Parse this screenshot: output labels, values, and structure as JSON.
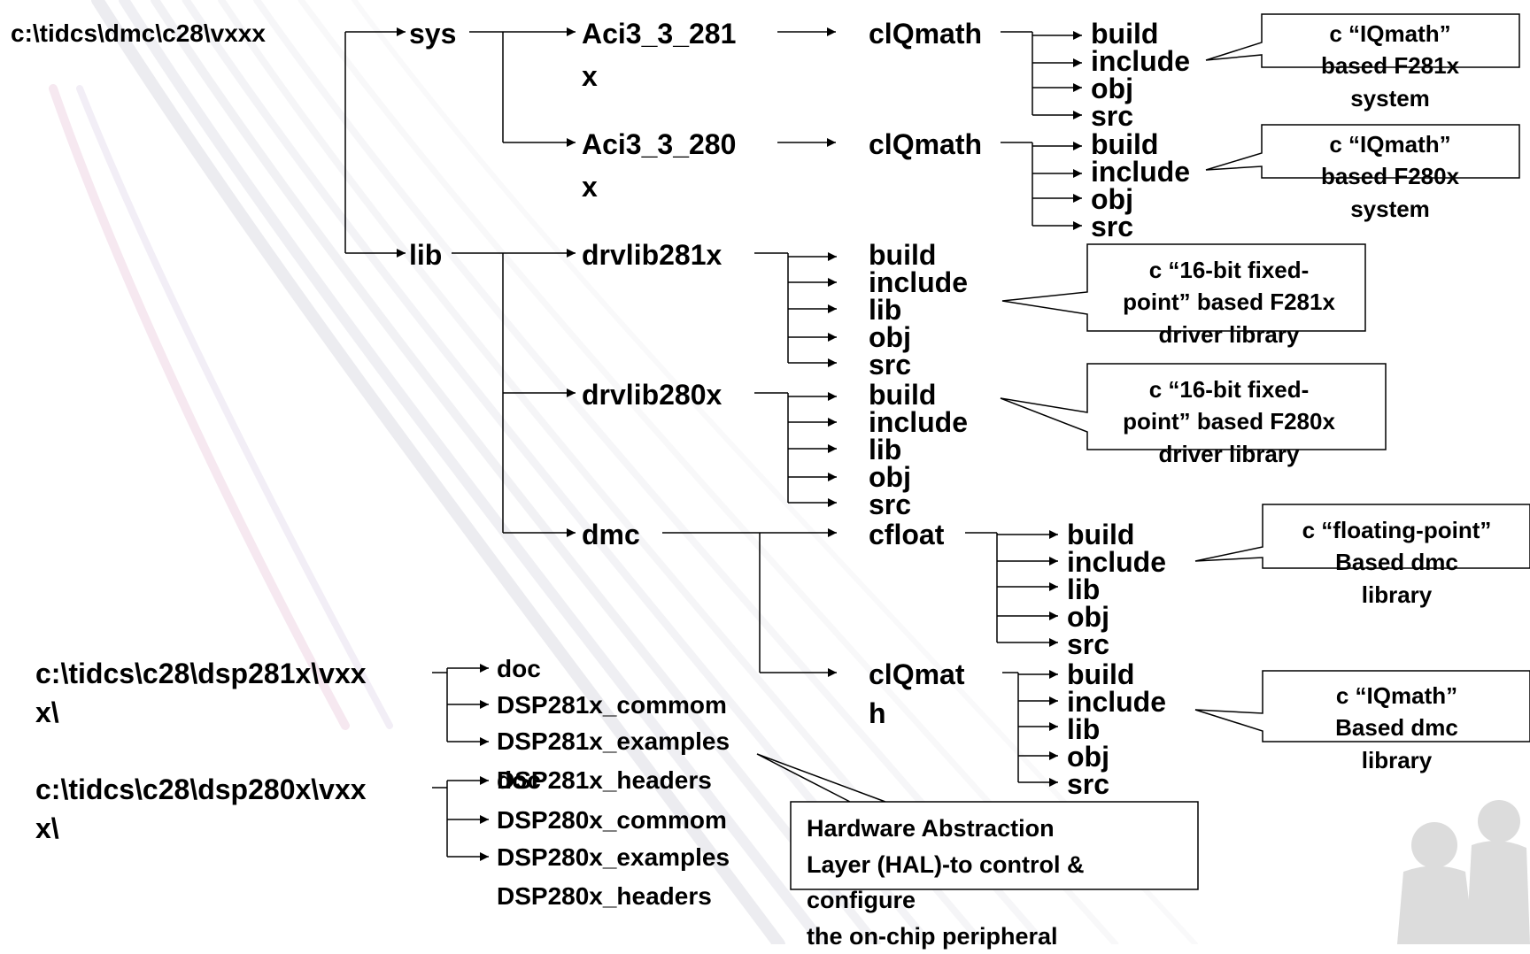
{
  "tree": {
    "root1": "c:\\tidcs\\dmc\\c28\\vxxx",
    "sys": "sys",
    "lib": "lib",
    "aci281_l1": "Aci3_3_281",
    "aci281_l2": "x",
    "aci280_l1": "Aci3_3_280",
    "aci280_l2": "x",
    "clqmath": "clQmath",
    "drvlib281x": "drvlib281x",
    "drvlib280x": "drvlib280x",
    "dmc": "dmc",
    "cfloat": "cfloat",
    "clqmat_l1": "clQmat",
    "clqmat_l2": "h",
    "build": "build",
    "include": "include",
    "obj": "obj",
    "src": "src",
    "libdir": "lib"
  },
  "callouts": {
    "iqmath_f281x": "c “IQmath”\nbased F281x\nsystem",
    "iqmath_f280x": "c “IQmath”\nbased F280x\nsystem",
    "fixed_f281x": "c “16-bit fixed-\npoint” based F281x\ndriver library",
    "fixed_f280x": "c “16-bit fixed-\npoint” based F280x\ndriver library",
    "float_dmc": "c “floating-point”\nBased dmc\nlibrary",
    "iqmath_dmc": "c “IQmath”\nBased dmc\nlibrary",
    "hal": "Hardware Abstraction\nLayer (HAL)-to control &\nconfigure\n the on-chip peripheral"
  },
  "dsp": {
    "root281_l1": "c:\\tidcs\\c28\\dsp281x\\vxx",
    "root281_l2": "x\\",
    "root280_l1": "c:\\tidcs\\c28\\dsp280x\\vxx",
    "root280_l2": "x\\",
    "doc": "doc",
    "dsp281x_common": "DSP281x_commom",
    "dsp281x_examples": "DSP281x_examples",
    "dsp281x_headers": "DSP281x_headers",
    "dsp280x_common": "DSP280x_commom",
    "dsp280x_examples": "DSP280x_examples",
    "dsp280x_headers": "DSP280x_headers"
  },
  "colors": {
    "text": "#000000",
    "line": "#000000",
    "box_fill": "#ffffff",
    "swoosh": "#e9e9ec",
    "figure": "#d9d9d9"
  }
}
